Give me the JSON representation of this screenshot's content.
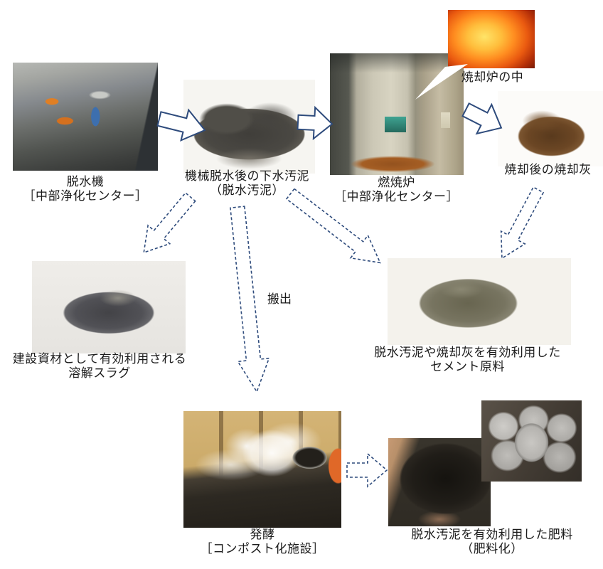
{
  "colors": {
    "background": "#ffffff",
    "arrow_outline": "#2e4b7c",
    "caption_text": "#1a1a1a"
  },
  "nodes": {
    "dewatering_machine": {
      "caption": [
        "脱水機",
        "［中部浄化センター］"
      ]
    },
    "dewatered_sludge": {
      "caption": [
        "機械脱水後の下水汚泥",
        "（脱水汚泥）"
      ]
    },
    "incinerator": {
      "caption": [
        "燃焼炉",
        "［中部浄化センター］"
      ]
    },
    "inside_incinerator": {
      "caption": [
        "焼却炉の中"
      ]
    },
    "incinerated_ash": {
      "caption": [
        "焼却後の焼却灰"
      ]
    },
    "molten_slag": {
      "caption": [
        "建設資材として有効利用される",
        "溶解スラグ"
      ]
    },
    "cement_raw_material": {
      "caption": [
        "脱水汚泥や焼却灰を有効利用した",
        "セメント原料"
      ]
    },
    "composting": {
      "caption": [
        "発酵",
        "［コンポスト化施設］"
      ]
    },
    "fertilizer": {
      "caption": [
        "脱水汚泥を有効利用した肥料",
        "（肥料化）"
      ]
    }
  },
  "edges": {
    "carry_out_label": "搬出",
    "flows": [
      {
        "from": "dewatering_machine",
        "to": "dewatered_sludge",
        "style": "solid"
      },
      {
        "from": "dewatered_sludge",
        "to": "incinerator",
        "style": "solid"
      },
      {
        "from": "incinerator",
        "to": "incinerated_ash",
        "style": "solid"
      },
      {
        "from": "dewatered_sludge",
        "to": "molten_slag",
        "style": "dashed"
      },
      {
        "from": "dewatered_sludge",
        "to": "composting",
        "style": "dashed",
        "label": "搬出"
      },
      {
        "from": "dewatered_sludge",
        "to": "cement_raw_material",
        "style": "dashed"
      },
      {
        "from": "incinerated_ash",
        "to": "cement_raw_material",
        "style": "dashed"
      },
      {
        "from": "composting",
        "to": "fertilizer",
        "style": "dashed"
      }
    ]
  }
}
